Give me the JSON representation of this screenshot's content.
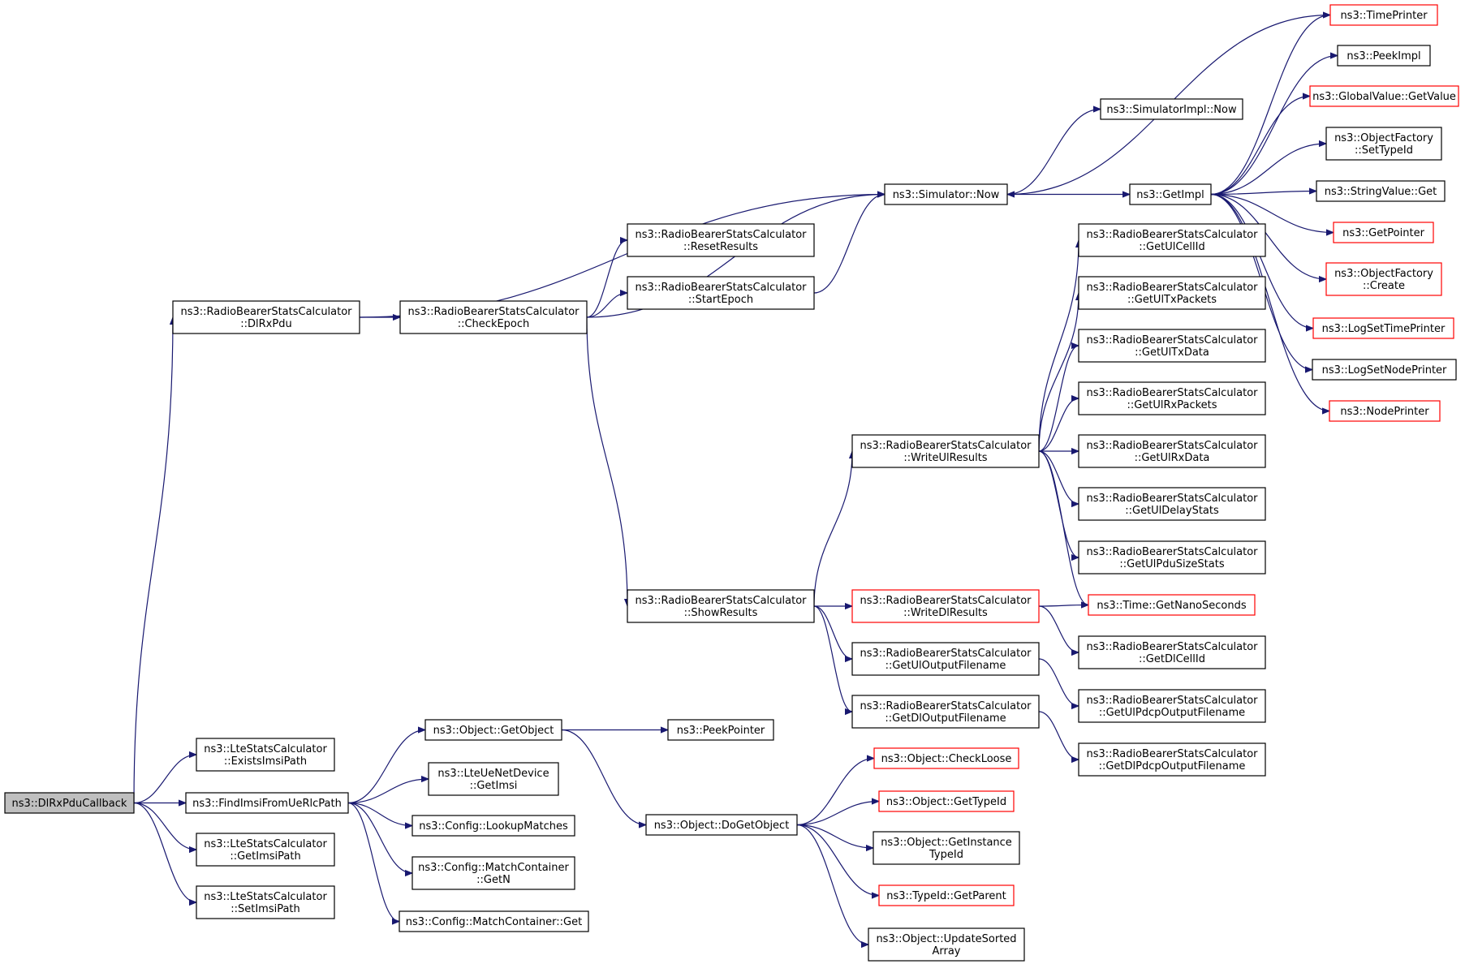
{
  "colors": {
    "edge": "#191970",
    "normal_border": "#000000",
    "red_border": "#ff0000",
    "root_fill": "#bfbfbf"
  },
  "nodes": [
    {
      "id": "dlrxpducallback",
      "lines": [
        "ns3::DlRxPduCallback"
      ],
      "style": "root"
    },
    {
      "id": "dlrxpdu",
      "lines": [
        "ns3::RadioBearerStatsCalculator",
        "::DlRxPdu"
      ]
    },
    {
      "id": "existsimsipath",
      "lines": [
        "ns3::LteStatsCalculator",
        "::ExistsImsiPath"
      ]
    },
    {
      "id": "findimsi",
      "lines": [
        "ns3::FindImsiFromUeRlcPath"
      ]
    },
    {
      "id": "getimsipath",
      "lines": [
        "ns3::LteStatsCalculator",
        "::GetImsiPath"
      ]
    },
    {
      "id": "setimsipath",
      "lines": [
        "ns3::LteStatsCalculator",
        "::SetImsiPath"
      ]
    },
    {
      "id": "checkepoch",
      "lines": [
        "ns3::RadioBearerStatsCalculator",
        "::CheckEpoch"
      ]
    },
    {
      "id": "simnow",
      "lines": [
        "ns3::Simulator::Now"
      ]
    },
    {
      "id": "resetresults",
      "lines": [
        "ns3::RadioBearerStatsCalculator",
        "::ResetResults"
      ]
    },
    {
      "id": "startepoch",
      "lines": [
        "ns3::RadioBearerStatsCalculator",
        "::StartEpoch"
      ]
    },
    {
      "id": "showresults",
      "lines": [
        "ns3::RadioBearerStatsCalculator",
        "::ShowResults"
      ]
    },
    {
      "id": "getobject",
      "lines": [
        "ns3::Object::GetObject"
      ]
    },
    {
      "id": "getimsi",
      "lines": [
        "ns3::LteUeNetDevice",
        "::GetImsi"
      ]
    },
    {
      "id": "lookupmatches",
      "lines": [
        "ns3::Config::LookupMatches"
      ]
    },
    {
      "id": "getn",
      "lines": [
        "ns3::Config::MatchContainer",
        "::GetN"
      ]
    },
    {
      "id": "mcget",
      "lines": [
        "ns3::Config::MatchContainer::Get"
      ]
    },
    {
      "id": "peekpointer",
      "lines": [
        "ns3::PeekPointer"
      ]
    },
    {
      "id": "dogetobject",
      "lines": [
        "ns3::Object::DoGetObject"
      ]
    },
    {
      "id": "checkloose",
      "lines": [
        "ns3::Object::CheckLoose"
      ],
      "style": "red"
    },
    {
      "id": "gettypeid",
      "lines": [
        "ns3::Object::GetTypeId"
      ],
      "style": "red"
    },
    {
      "id": "getinstancetypeid",
      "lines": [
        "ns3::Object::GetInstance",
        "TypeId"
      ]
    },
    {
      "id": "getparent",
      "lines": [
        "ns3::TypeId::GetParent"
      ],
      "style": "red"
    },
    {
      "id": "updatesorted",
      "lines": [
        "ns3::Object::UpdateSorted",
        "Array"
      ]
    },
    {
      "id": "simimplnow",
      "lines": [
        "ns3::SimulatorImpl::Now"
      ]
    },
    {
      "id": "getimpl",
      "lines": [
        "ns3::GetImpl"
      ]
    },
    {
      "id": "writeulresults",
      "lines": [
        "ns3::RadioBearerStatsCalculator",
        "::WriteUlResults"
      ]
    },
    {
      "id": "writedlresults",
      "lines": [
        "ns3::RadioBearerStatsCalculator",
        "::WriteDlResults"
      ],
      "style": "red"
    },
    {
      "id": "getuloutputfilename",
      "lines": [
        "ns3::RadioBearerStatsCalculator",
        "::GetUlOutputFilename"
      ]
    },
    {
      "id": "getdloutputfilename",
      "lines": [
        "ns3::RadioBearerStatsCalculator",
        "::GetDlOutputFilename"
      ]
    },
    {
      "id": "getulcellid",
      "lines": [
        "ns3::RadioBearerStatsCalculator",
        "::GetUlCellId"
      ]
    },
    {
      "id": "getultxpackets",
      "lines": [
        "ns3::RadioBearerStatsCalculator",
        "::GetUlTxPackets"
      ]
    },
    {
      "id": "getultxdata",
      "lines": [
        "ns3::RadioBearerStatsCalculator",
        "::GetUlTxData"
      ]
    },
    {
      "id": "getulrxpackets",
      "lines": [
        "ns3::RadioBearerStatsCalculator",
        "::GetUlRxPackets"
      ]
    },
    {
      "id": "getulrxdata",
      "lines": [
        "ns3::RadioBearerStatsCalculator",
        "::GetUlRxData"
      ]
    },
    {
      "id": "getuldelaystats",
      "lines": [
        "ns3::RadioBearerStatsCalculator",
        "::GetUlDelayStats"
      ]
    },
    {
      "id": "getulpdusizestats",
      "lines": [
        "ns3::RadioBearerStatsCalculator",
        "::GetUlPduSizeStats"
      ]
    },
    {
      "id": "getnanoseconds",
      "lines": [
        "ns3::Time::GetNanoSeconds"
      ],
      "style": "red"
    },
    {
      "id": "getdlcellid",
      "lines": [
        "ns3::RadioBearerStatsCalculator",
        "::GetDlCellId"
      ]
    },
    {
      "id": "getulpdcp",
      "lines": [
        "ns3::RadioBearerStatsCalculator",
        "::GetUlPdcpOutputFilename"
      ]
    },
    {
      "id": "getdlpdcp",
      "lines": [
        "ns3::RadioBearerStatsCalculator",
        "::GetDlPdcpOutputFilename"
      ]
    },
    {
      "id": "timeprinter",
      "lines": [
        "ns3::TimePrinter"
      ],
      "style": "red"
    },
    {
      "id": "peekimpl",
      "lines": [
        "ns3::PeekImpl"
      ]
    },
    {
      "id": "globalvalueget",
      "lines": [
        "ns3::GlobalValue::GetValue"
      ],
      "style": "red"
    },
    {
      "id": "settypeid",
      "lines": [
        "ns3::ObjectFactory",
        "::SetTypeId"
      ]
    },
    {
      "id": "stringvalueget",
      "lines": [
        "ns3::StringValue::Get"
      ]
    },
    {
      "id": "getpointer",
      "lines": [
        "ns3::GetPointer"
      ],
      "style": "red"
    },
    {
      "id": "ofcreate",
      "lines": [
        "ns3::ObjectFactory",
        "::Create"
      ],
      "style": "red"
    },
    {
      "id": "logsettimeprinter",
      "lines": [
        "ns3::LogSetTimePrinter"
      ],
      "style": "red"
    },
    {
      "id": "logsetnodeprinter",
      "lines": [
        "ns3::LogSetNodePrinter"
      ]
    },
    {
      "id": "nodeprinter",
      "lines": [
        "ns3::NodePrinter"
      ],
      "style": "red"
    }
  ],
  "edges": [
    [
      "dlrxpducallback",
      "dlrxpdu"
    ],
    [
      "dlrxpducallback",
      "existsimsipath"
    ],
    [
      "dlrxpducallback",
      "findimsi"
    ],
    [
      "dlrxpducallback",
      "getimsipath"
    ],
    [
      "dlrxpducallback",
      "setimsipath"
    ],
    [
      "dlrxpdu",
      "checkepoch"
    ],
    [
      "dlrxpdu",
      "simnow"
    ],
    [
      "checkepoch",
      "resetresults"
    ],
    [
      "checkepoch",
      "startepoch"
    ],
    [
      "checkepoch",
      "simnow"
    ],
    [
      "checkepoch",
      "showresults"
    ],
    [
      "startepoch",
      "simnow"
    ],
    [
      "simnow",
      "simimplnow"
    ],
    [
      "simnow",
      "getimpl"
    ],
    [
      "timeprinter",
      "simnow"
    ],
    [
      "getimpl",
      "timeprinter"
    ],
    [
      "getimpl",
      "peekimpl"
    ],
    [
      "getimpl",
      "globalvalueget"
    ],
    [
      "getimpl",
      "settypeid"
    ],
    [
      "getimpl",
      "stringvalueget"
    ],
    [
      "getimpl",
      "getpointer"
    ],
    [
      "getimpl",
      "ofcreate"
    ],
    [
      "getimpl",
      "logsettimeprinter"
    ],
    [
      "getimpl",
      "logsetnodeprinter"
    ],
    [
      "getimpl",
      "nodeprinter"
    ],
    [
      "showresults",
      "writeulresults"
    ],
    [
      "showresults",
      "writedlresults"
    ],
    [
      "showresults",
      "getuloutputfilename"
    ],
    [
      "showresults",
      "getdloutputfilename"
    ],
    [
      "writeulresults",
      "getulcellid"
    ],
    [
      "writeulresults",
      "getultxpackets"
    ],
    [
      "writeulresults",
      "getultxdata"
    ],
    [
      "writeulresults",
      "getulrxpackets"
    ],
    [
      "writeulresults",
      "getulrxdata"
    ],
    [
      "writeulresults",
      "getuldelaystats"
    ],
    [
      "writeulresults",
      "getulpdusizestats"
    ],
    [
      "writeulresults",
      "getnanoseconds"
    ],
    [
      "writedlresults",
      "getnanoseconds"
    ],
    [
      "writedlresults",
      "getdlcellid"
    ],
    [
      "getuloutputfilename",
      "getulpdcp"
    ],
    [
      "getdloutputfilename",
      "getdlpdcp"
    ],
    [
      "findimsi",
      "getobject"
    ],
    [
      "findimsi",
      "getimsi"
    ],
    [
      "findimsi",
      "lookupmatches"
    ],
    [
      "findimsi",
      "getn"
    ],
    [
      "findimsi",
      "mcget"
    ],
    [
      "getobject",
      "peekpointer"
    ],
    [
      "getobject",
      "dogetobject"
    ],
    [
      "dogetobject",
      "checkloose"
    ],
    [
      "dogetobject",
      "gettypeid"
    ],
    [
      "dogetobject",
      "getinstancetypeid"
    ],
    [
      "dogetobject",
      "getparent"
    ],
    [
      "dogetobject",
      "updatesorted"
    ]
  ]
}
